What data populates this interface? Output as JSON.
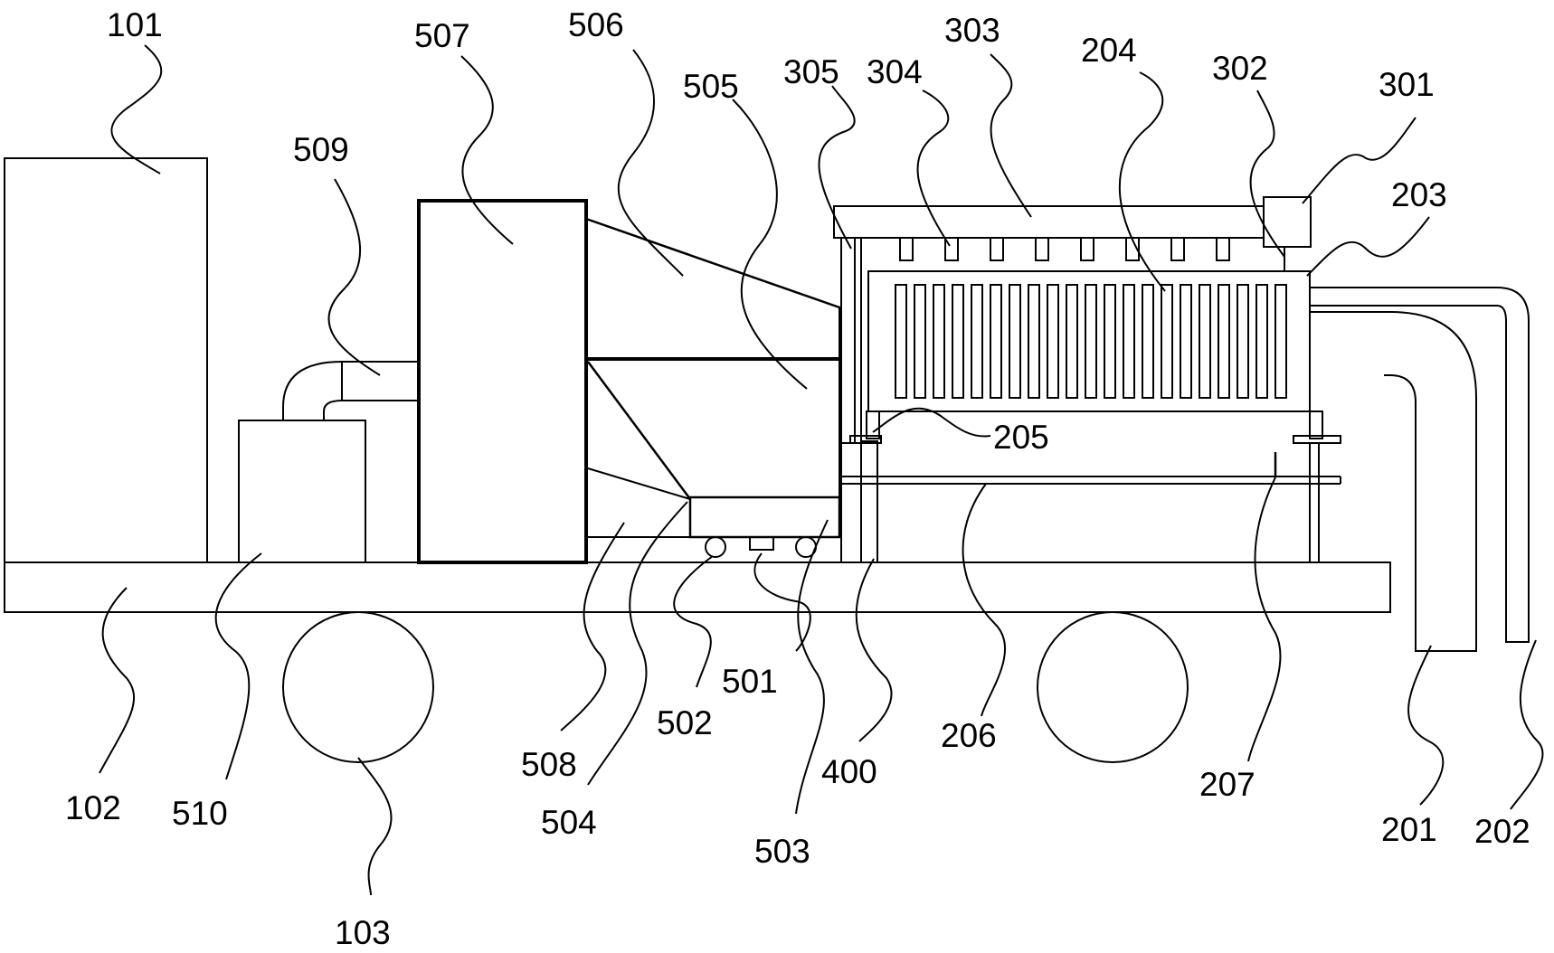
{
  "labels": {
    "l101": "101",
    "l102": "102",
    "l103": "103",
    "l201": "201",
    "l202": "202",
    "l203": "203",
    "l204": "204",
    "l205": "205",
    "l206": "206",
    "l207": "207",
    "l301": "301",
    "l302": "302",
    "l303": "303",
    "l304": "304",
    "l305": "305",
    "l400": "400",
    "l501": "501",
    "l502": "502",
    "l503": "503",
    "l504": "504",
    "l505": "505",
    "l506": "506",
    "l507": "507",
    "l508": "508",
    "l509": "509",
    "l510": "510"
  }
}
